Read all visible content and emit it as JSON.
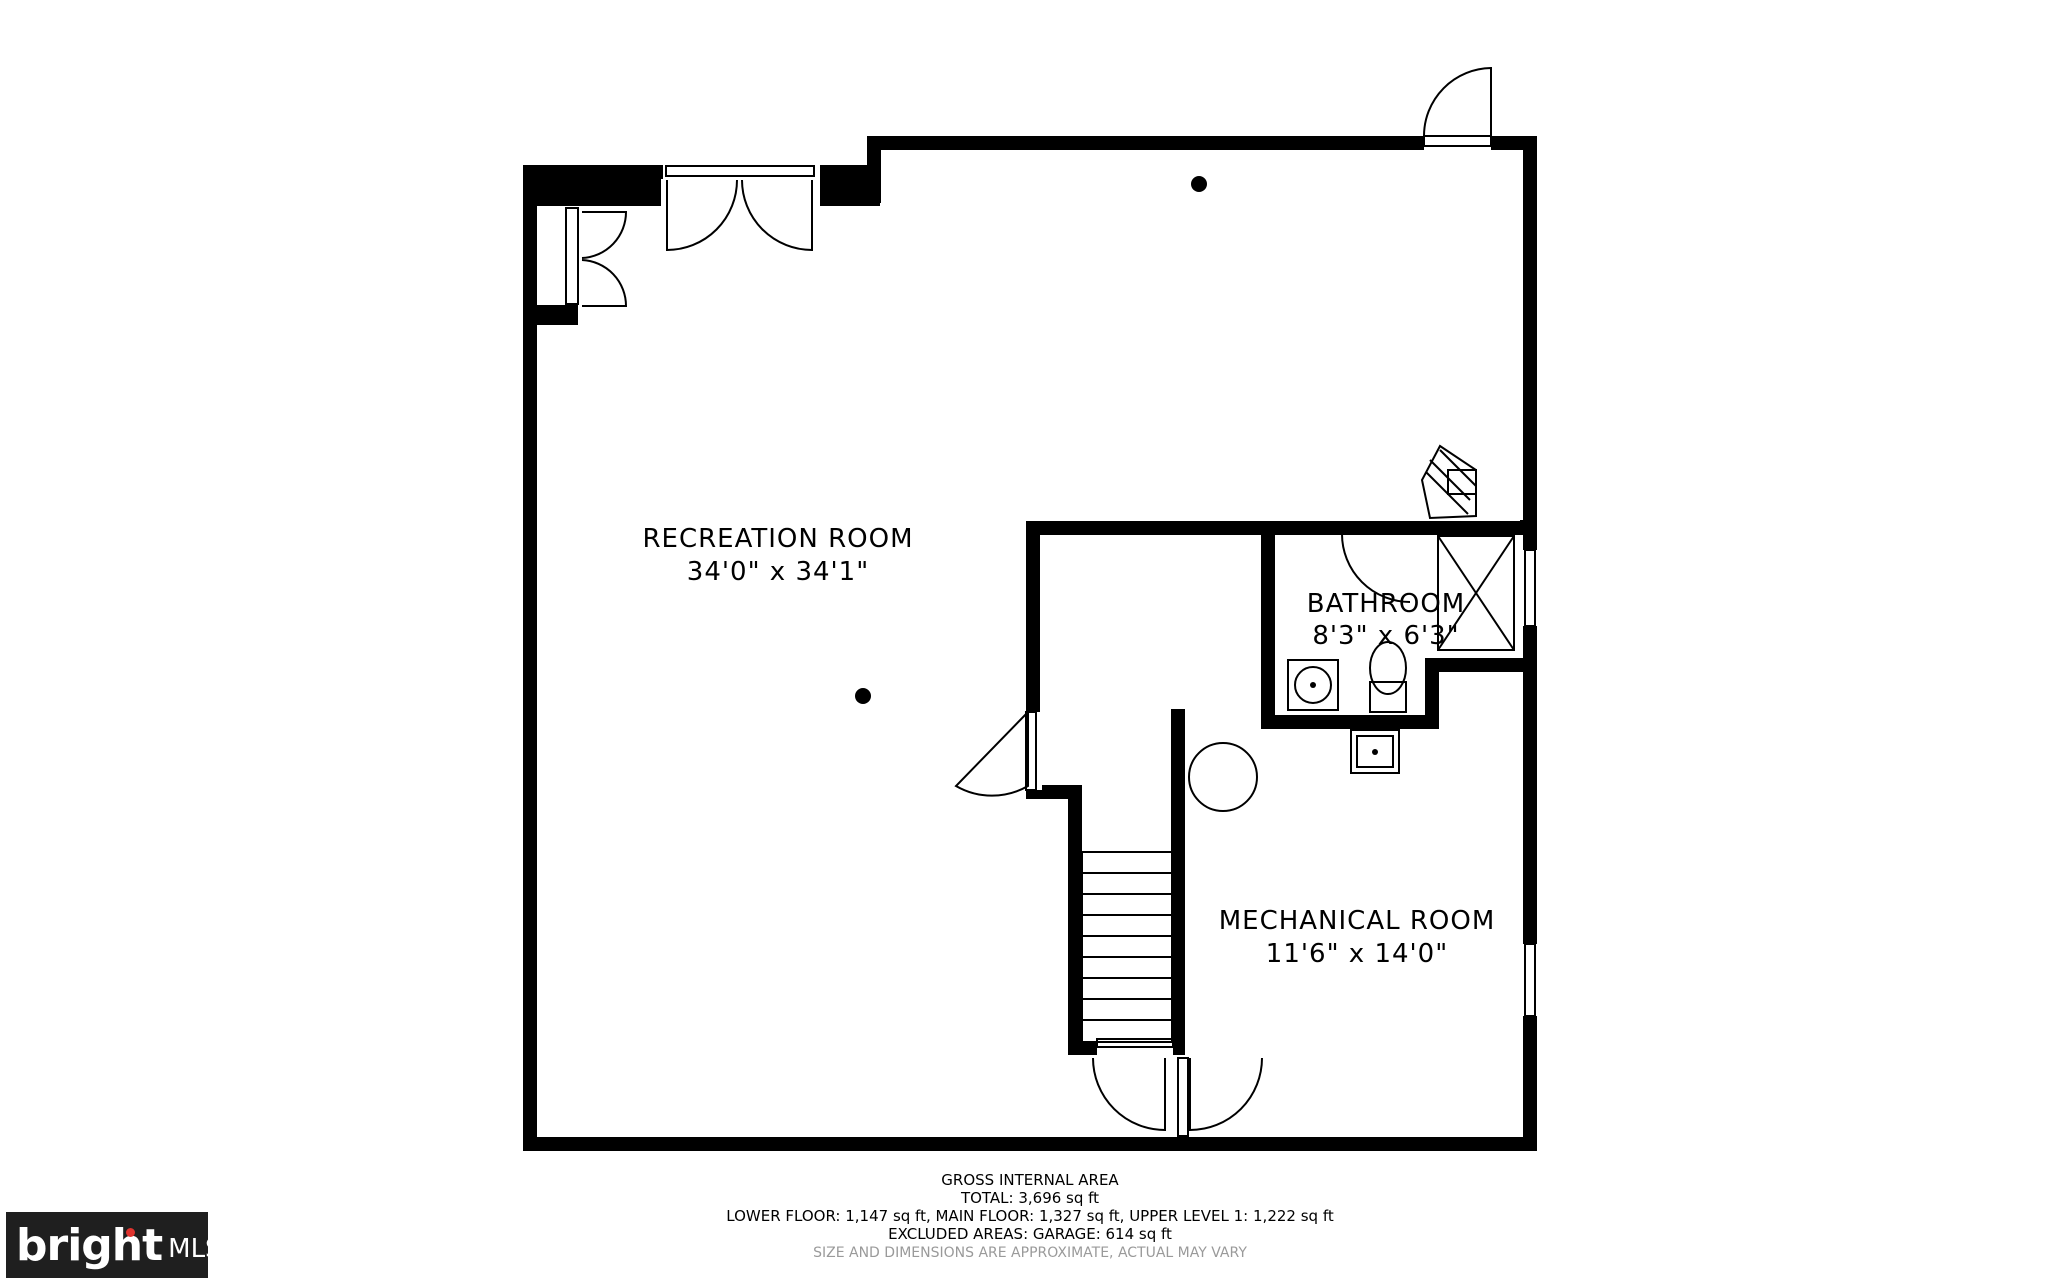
{
  "rooms": {
    "recreation": {
      "name": "RECREATION ROOM",
      "size": "34'0\" x 34'1\""
    },
    "bathroom": {
      "name": "BATHROOM",
      "size": "8'3\" x 6'3\""
    },
    "mechanical": {
      "name": "MECHANICAL ROOM",
      "size": "11'6\" x 14'0\""
    }
  },
  "area": {
    "heading": "GROSS INTERNAL AREA",
    "total": "TOTAL: 3,696 sq ft",
    "floors": "LOWER FLOOR: 1,147 sq ft, MAIN FLOOR: 1,327 sq ft, UPPER LEVEL 1: 1,222 sq ft",
    "excluded": "EXCLUDED AREAS: GARAGE: 614 sq ft",
    "disclaimer": "SIZE AND DIMENSIONS ARE APPROXIMATE, ACTUAL MAY VARY"
  },
  "logo": {
    "brand": "bright",
    "suffix": "MLS"
  },
  "colors": {
    "wall": "#000000",
    "background": "#ffffff",
    "note": "#9a9a9a",
    "logo_bg": "#1f1f1f",
    "logo_dot": "#e0332e"
  }
}
